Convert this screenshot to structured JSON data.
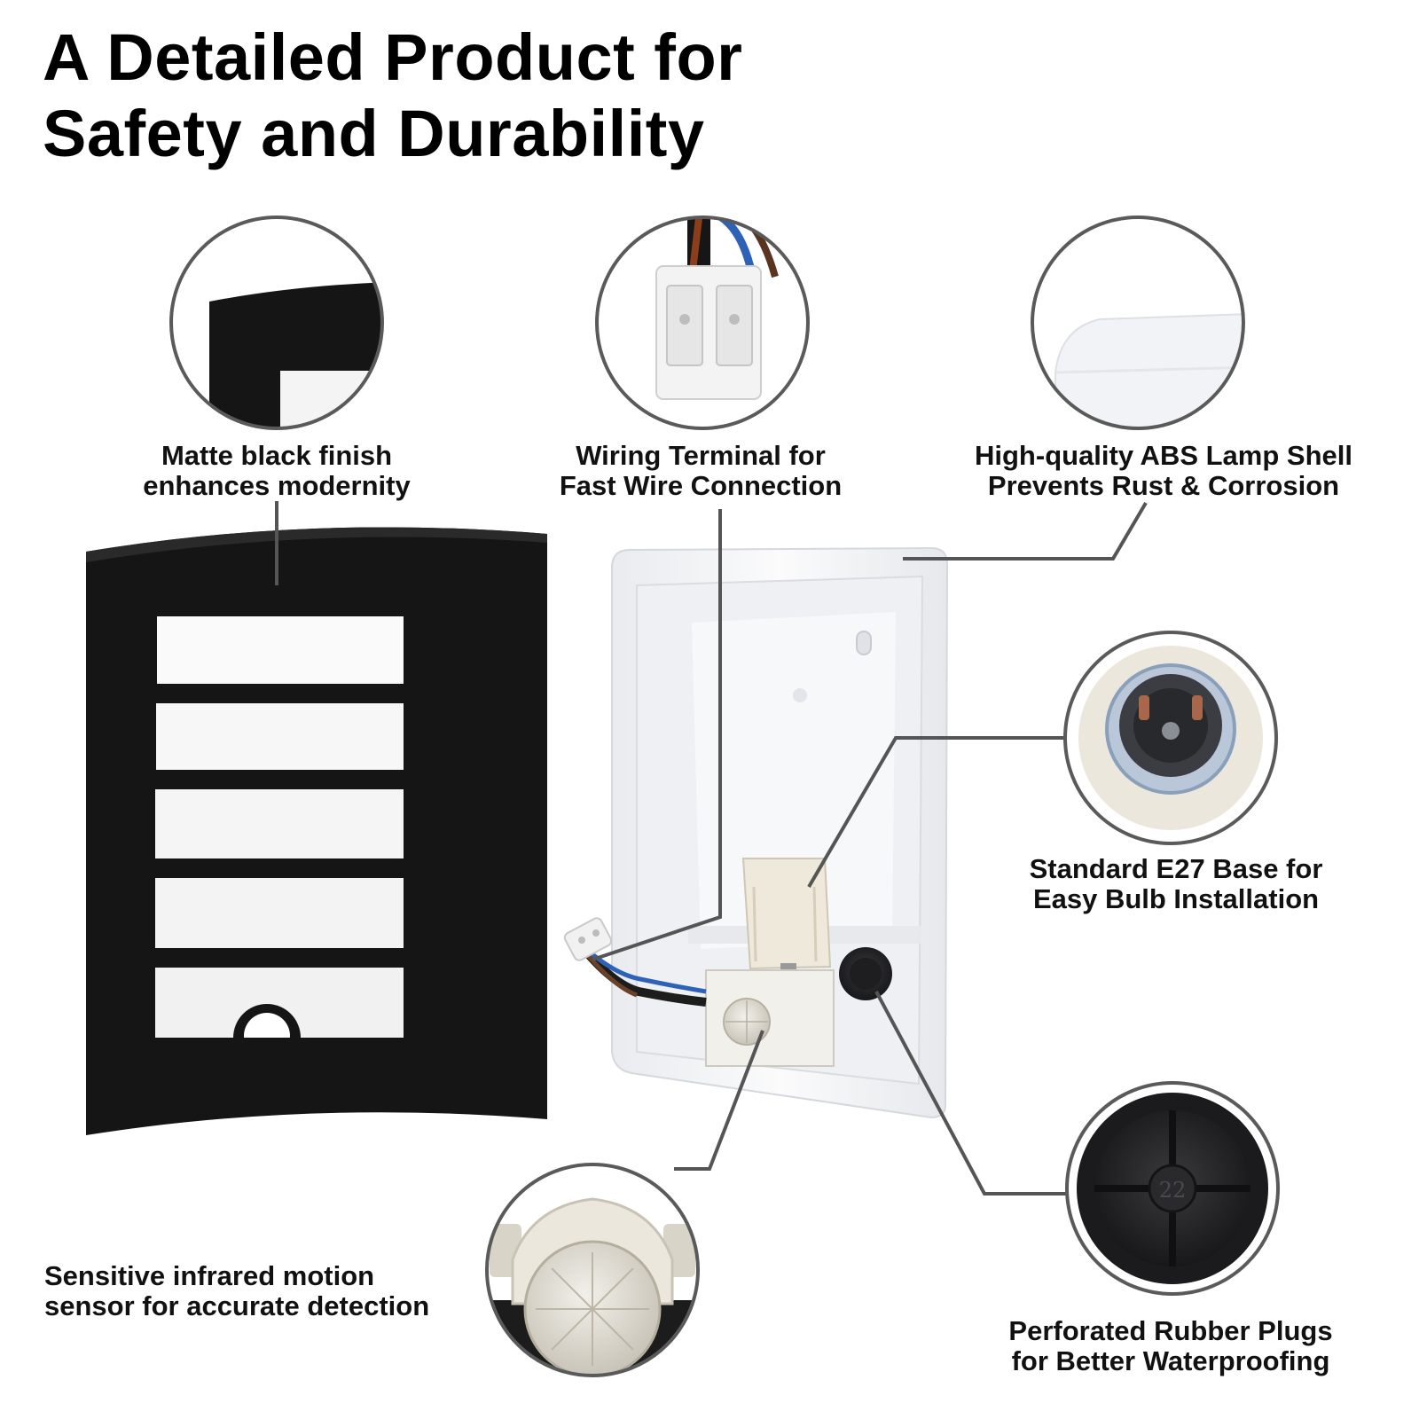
{
  "page": {
    "title_line1": "A Detailed Product for",
    "title_line2": "Safety and Durability"
  },
  "features": [
    {
      "id": "finish",
      "icon": "black-panel-corner-icon",
      "line1": "Matte black finish",
      "line2": "enhances modernity"
    },
    {
      "id": "terminal",
      "icon": "wiring-terminal-icon",
      "line1": "Wiring Terminal for",
      "line2": "Fast Wire Connection"
    },
    {
      "id": "shell",
      "icon": "abs-shell-corner-icon",
      "line1": "High-quality ABS  Lamp Shell",
      "line2": "Prevents Rust & Corrosion"
    },
    {
      "id": "base",
      "icon": "e27-socket-icon",
      "line1": "Standard E27 Base for",
      "line2": "Easy Bulb Installation"
    },
    {
      "id": "sensor",
      "icon": "pir-sensor-icon",
      "line1": "Sensitive infrared motion",
      "line2": "sensor for accurate detection"
    },
    {
      "id": "plug",
      "icon": "rubber-plug-icon",
      "line1": "Perforated Rubber Plugs",
      "line2": "for Better Waterproofing"
    }
  ],
  "plug_marking": "22",
  "colors": {
    "panel_black": "#151515",
    "shell_white": "#f4f5f7",
    "callout_line": "#555555",
    "circle_border": "#5a5a5a"
  }
}
